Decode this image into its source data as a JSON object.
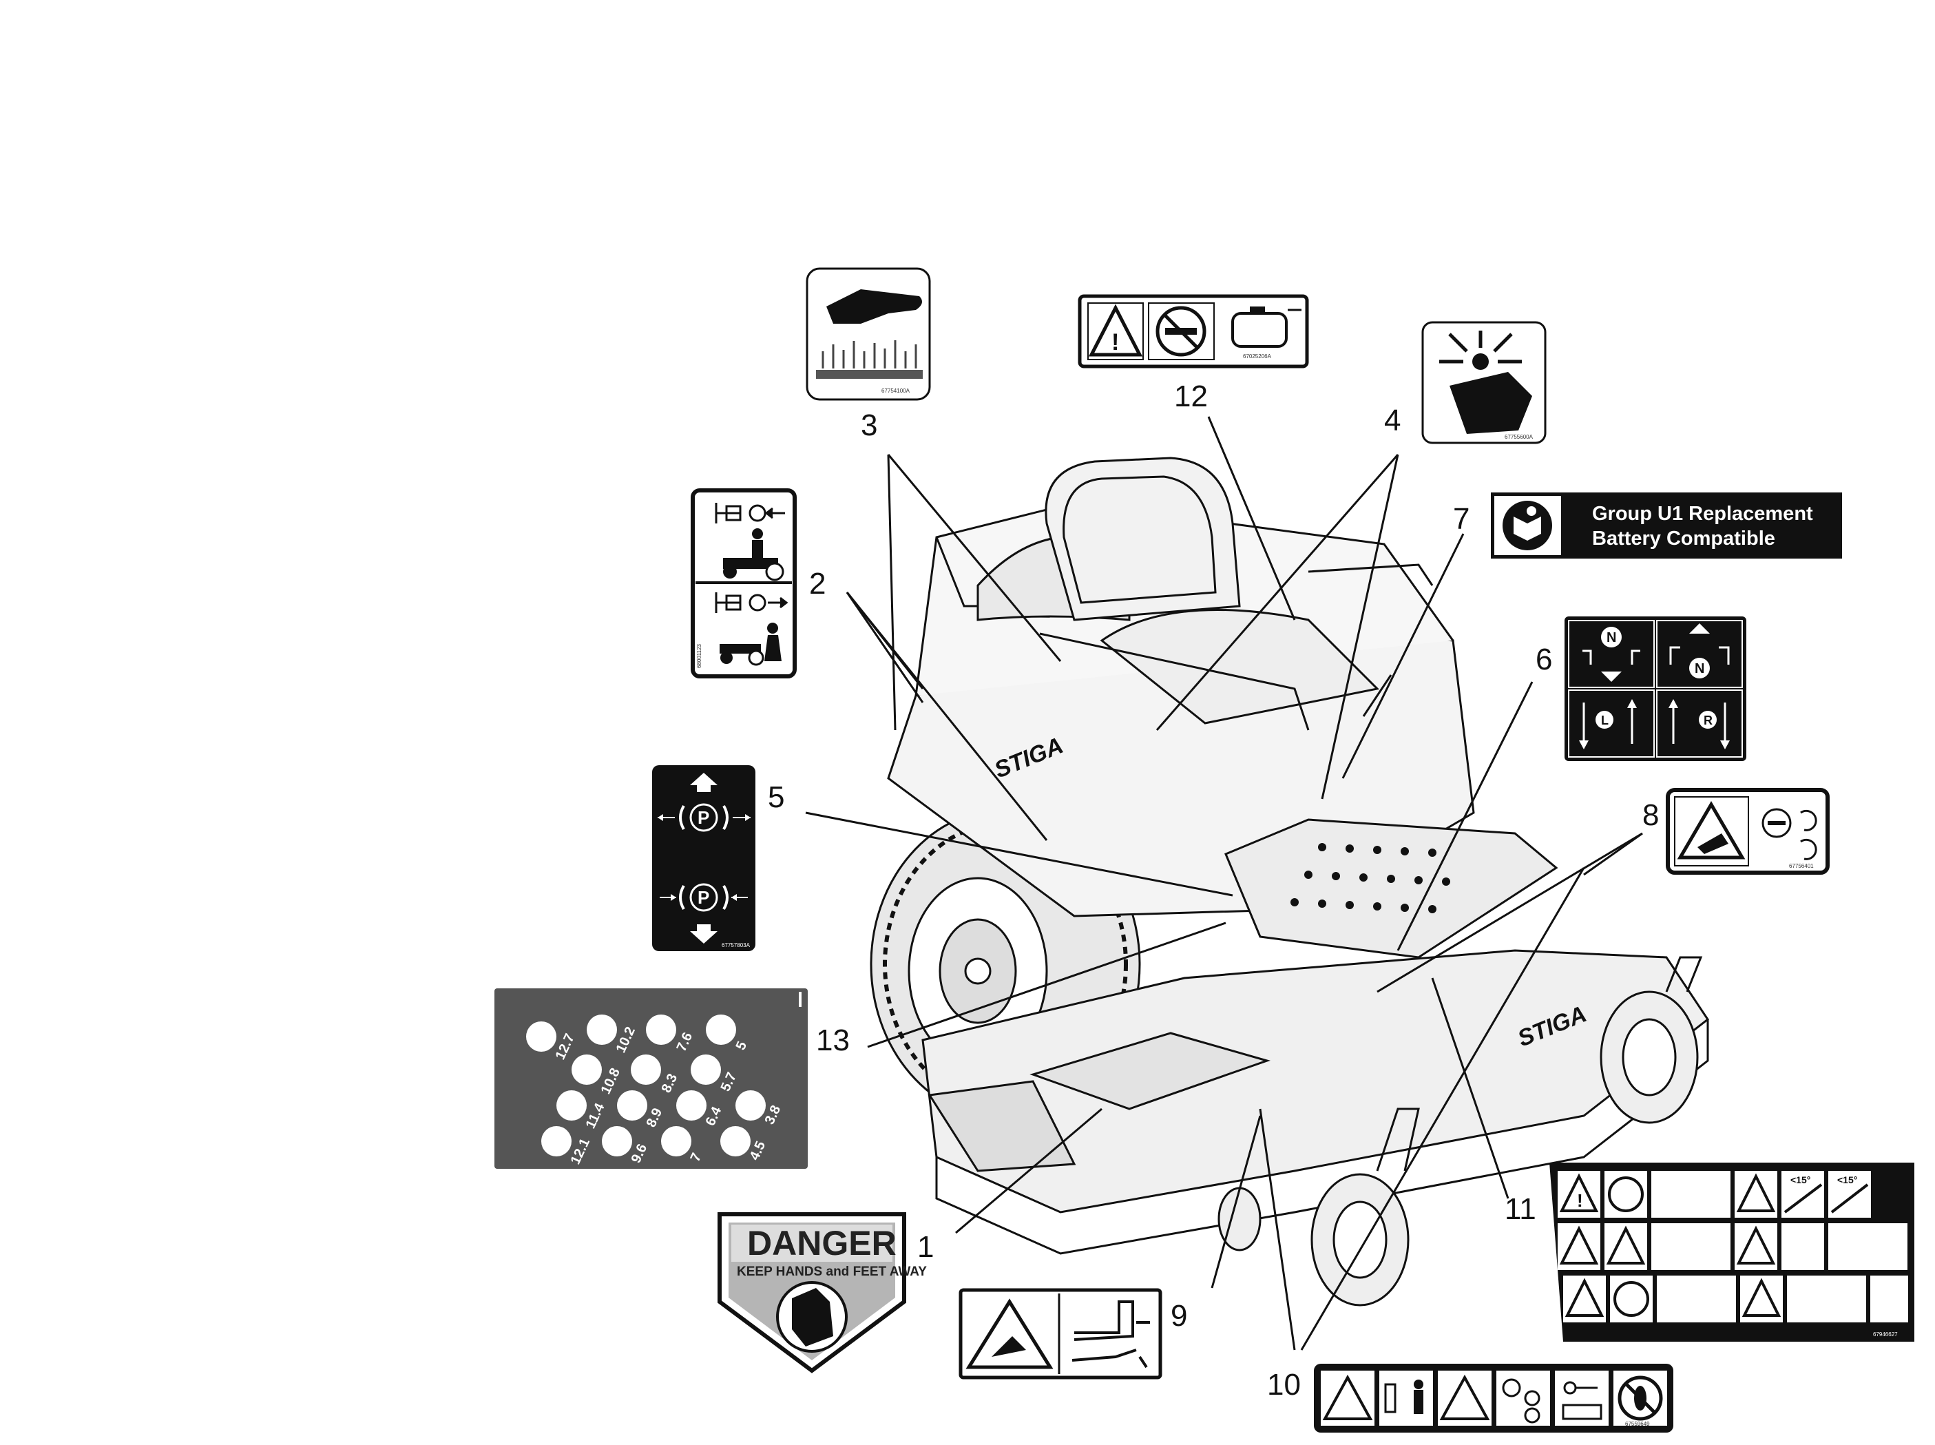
{
  "callouts": [
    "1",
    "2",
    "3",
    "4",
    "5",
    "6",
    "7",
    "8",
    "9",
    "10",
    "11",
    "12",
    "13"
  ],
  "decals": {
    "hot_surface_code": "67754100A",
    "fuel_warning_code": "67025206A",
    "crush_hazard_code": "67755600A",
    "battery": {
      "line1": "Group U1 Replacement",
      "line2": "Battery Compatible"
    },
    "parking_brake_code": "67757803A",
    "bypass_code": "68001123",
    "blade_engage_code": "67756401",
    "height_chart_values": [
      "12.7",
      "10.2",
      "7.6",
      "5",
      "10.8",
      "8.3",
      "5.7",
      "11.4",
      "8.9",
      "6.4",
      "3.8",
      "12.1",
      "9.6",
      "7",
      "4.5"
    ],
    "danger": {
      "title": "DANGER",
      "subtitle": "KEEP HANDS and FEET AWAY"
    },
    "main_warning_code": "67946627",
    "deck_warning_code": "67559649"
  },
  "brand": "STIGA",
  "colors": {
    "ink": "#111111",
    "chart_bg": "#555555",
    "danger_gray": "#b5b5b5"
  }
}
